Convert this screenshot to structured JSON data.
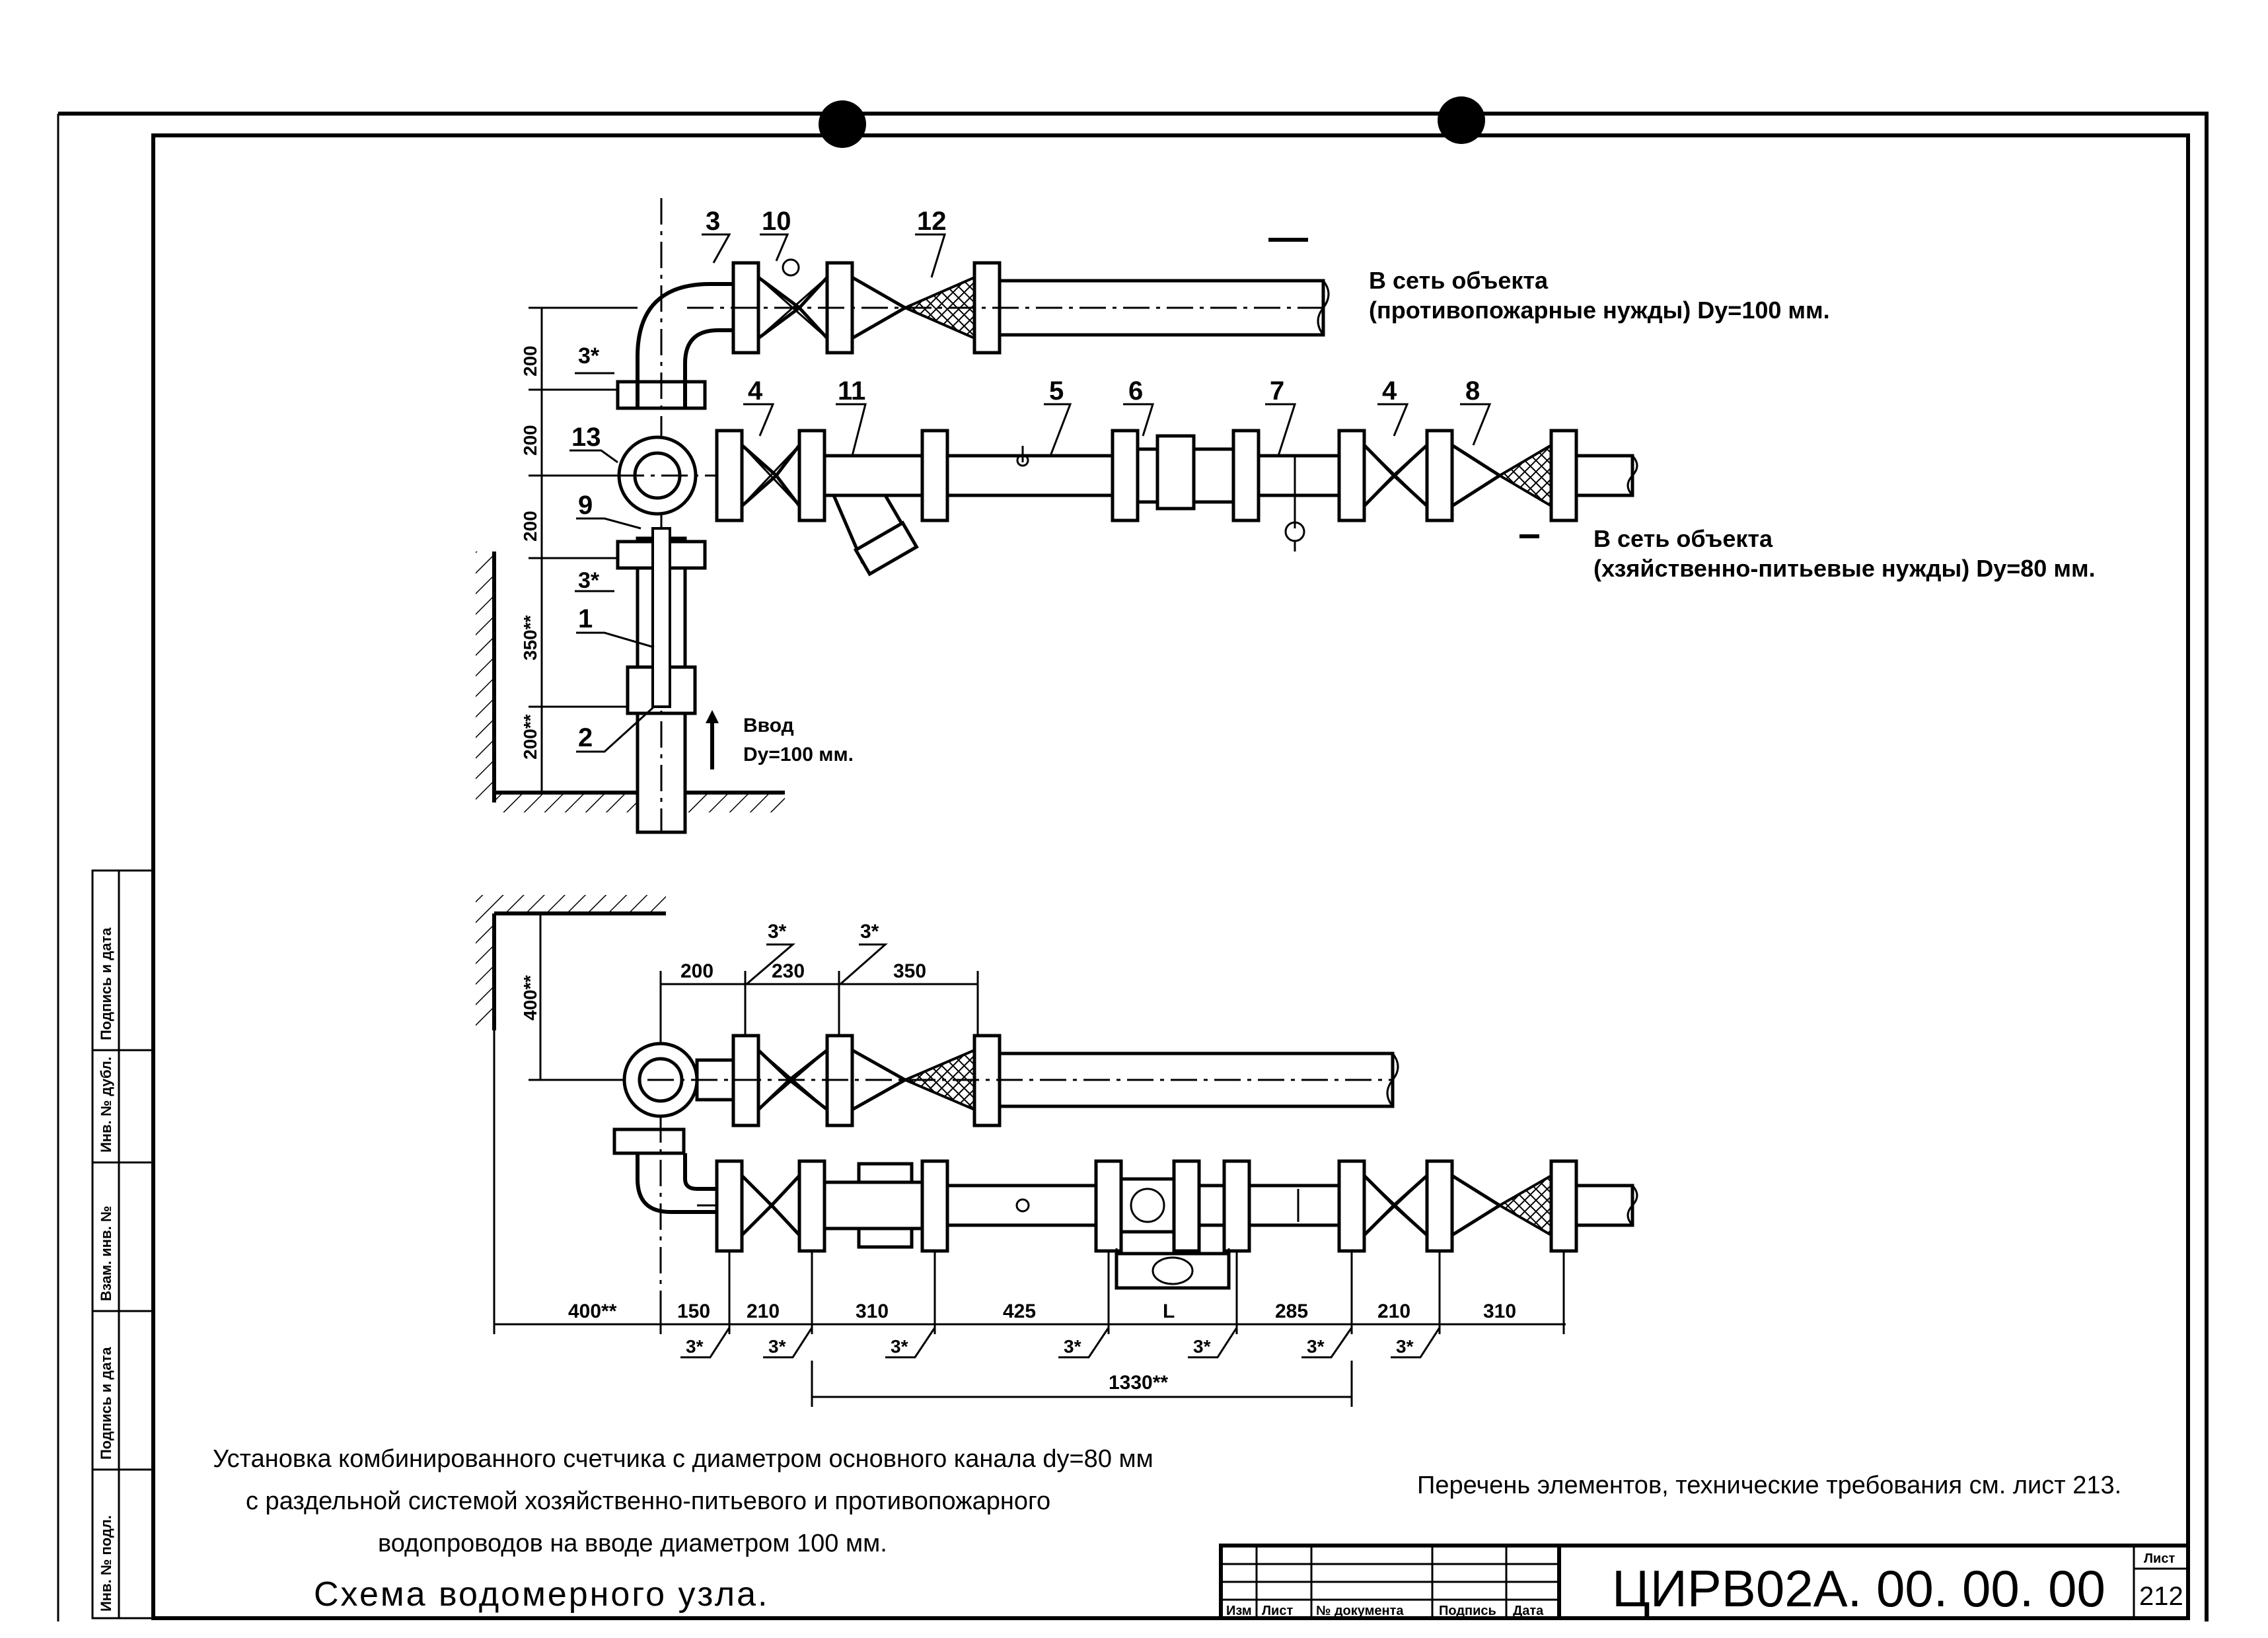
{
  "labels": {
    "outlet_fire_line1": "В сеть объекта",
    "outlet_fire_line2": "(противопожарные нужды) Dy=100 мм.",
    "outlet_domestic_line1": "В сеть объекта",
    "outlet_domestic_line2": "(хзяйственно-питьевые нужды) Dy=80 мм.",
    "inlet_line1": "Ввод",
    "inlet_line2": "Dy=100 мм."
  },
  "positions": [
    "3",
    "10",
    "12",
    "4",
    "11",
    "5",
    "6",
    "7",
    "4",
    "8",
    "13",
    "9",
    "1",
    "2"
  ],
  "top_dims": [
    "200",
    "200",
    "200",
    "350**",
    "200**"
  ],
  "top_weld_marks": [
    "3*",
    "3*"
  ],
  "lower_dims_top": [
    "200",
    "230",
    "350"
  ],
  "lower_weld_top": [
    "3*",
    "3*"
  ],
  "lower_dim_vertical": "400**",
  "lower_dims_bottom": [
    "400**",
    "150",
    "210",
    "310",
    "425",
    "L",
    "285",
    "210",
    "310"
  ],
  "lower_weld_bottom": [
    "3*",
    "3*",
    "3*",
    "3*",
    "3*",
    "3*",
    "3*"
  ],
  "overall_dim": "1330**",
  "description": {
    "line1": "Установка комбинированного счетчика с диаметром основного канала dy=80 мм",
    "line2": "с раздельной  системой хозяйственно-питьевого и противопожарного",
    "line3": "водопроводов на вводе диаметром 100 мм."
  },
  "scheme_title": "Схема водомерного узла.",
  "reference_note": "Перечень элементов, технические требования см. лист 213.",
  "title_block": {
    "cols": [
      "Изм",
      "Лист",
      "№ документа",
      "Подпись",
      "Дата"
    ],
    "designation": "ЦИРВ02А. 00. 00. 00",
    "sheet_label": "Лист",
    "sheet_number": "212"
  },
  "side_stamp": [
    "Инв. № подл.",
    "Подпись и дата",
    "Взам. инв. №",
    "Инв. № дубл.",
    "Подпись и дата"
  ]
}
